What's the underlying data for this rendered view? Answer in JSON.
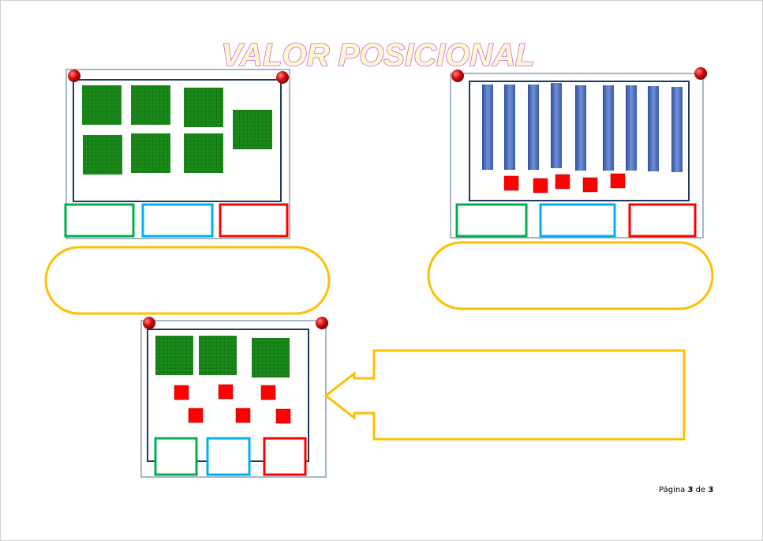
{
  "title": "VALOR POSICIONAL",
  "footer": {
    "prefix": "Página",
    "current": "3",
    "sep": "de",
    "total": "3"
  },
  "colors": {
    "hundreds": "#1a8a1a",
    "tens": "#4f74c4",
    "units": "#ff0000",
    "box_green": "#00b050",
    "box_blue": "#00b0f0",
    "box_red": "#ff0000",
    "callout": "#ffc000"
  },
  "exercises": [
    {
      "hundreds": 7,
      "tens": 0,
      "units": 0
    },
    {
      "hundreds": 0,
      "tens": 9,
      "units": 5
    },
    {
      "hundreds": 3,
      "tens": 0,
      "units": 6
    }
  ]
}
